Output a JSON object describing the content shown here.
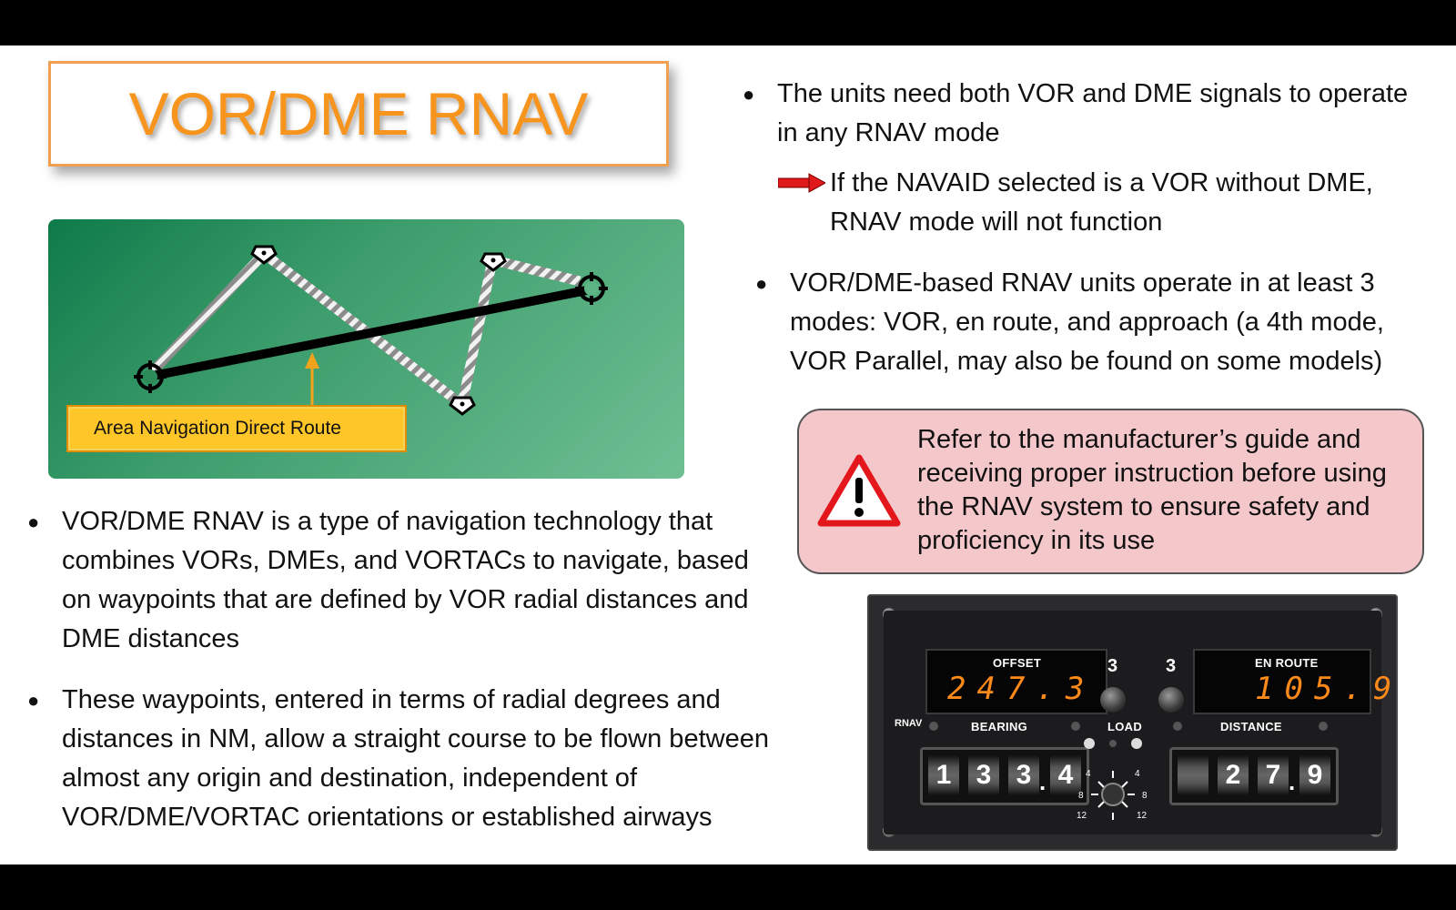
{
  "title": "VOR/DME RNAV",
  "diagram": {
    "label": "Area Navigation Direct Route"
  },
  "bullets_left": [
    "VOR/DME RNAV is a type of navigation technology that combines VORs, DMEs, and VORTACs to navigate, based on waypoints that are defined by VOR radial distances and DME distances",
    "These waypoints, entered in terms of radial degrees and distances in NM, allow a straight course to be flown between almost any origin and destination, independent of VOR/DME/VORTAC orientations or established airways"
  ],
  "bullets_right": {
    "first": "The units need both VOR and DME signals to operate in any RNAV mode",
    "sub": "If the NAVAID selected is a VOR without DME, RNAV mode will not function",
    "second": "VOR/DME-based RNAV units operate in at least 3 modes: VOR, en route, and approach (a 4th mode, VOR Parallel, may also be found on some models)"
  },
  "warning": {
    "text": "Refer to the manufacturer’s guide and receiving proper instruction before using the RNAV system to ensure safety and proficiency in its use",
    "icon": "warning-triangle-icon"
  },
  "rnav_unit": {
    "offset_label": "OFFSET",
    "enroute_label": "EN ROUTE",
    "offset_value": "247.3",
    "enroute_value": "105.9",
    "mode_left": "3",
    "mode_right": "3",
    "bearing_label": "BEARING",
    "load_label": "LOAD",
    "distance_label": "DISTANCE",
    "rnav_label": "RNAV",
    "bearing_digits": [
      "1",
      "3",
      "3",
      "4"
    ],
    "distance_digits": [
      "",
      "2",
      "7",
      "9"
    ],
    "dial_marks": [
      "4",
      "4",
      "8",
      "8",
      "12",
      "12"
    ]
  },
  "colors": {
    "title": "#f7941d",
    "warning_bg": "#f4c7ca",
    "display_digits": "#ff8a1a",
    "label_bg": "#ffc629"
  }
}
